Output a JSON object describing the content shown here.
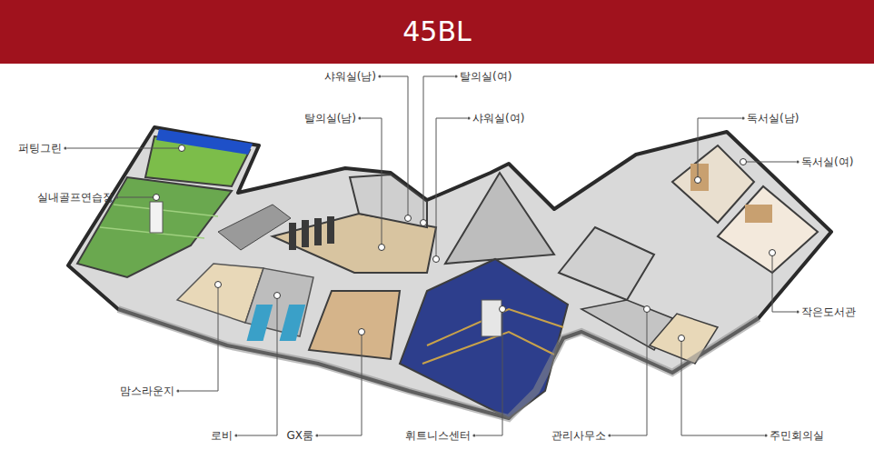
{
  "diagram": {
    "title": "45BL",
    "labels": [
      "샤워실(남)",
      "탈의실(여)",
      "탈의실(남)",
      "샤워실(여)",
      "퍼팅그린",
      "독서실(남)",
      "독서실(여)",
      "실내골프연습장",
      "작은도서관",
      "맘스라운지",
      "로비",
      "GX룸",
      "휘트니스센터",
      "관리사무소",
      "주민회의실"
    ]
  }
}
